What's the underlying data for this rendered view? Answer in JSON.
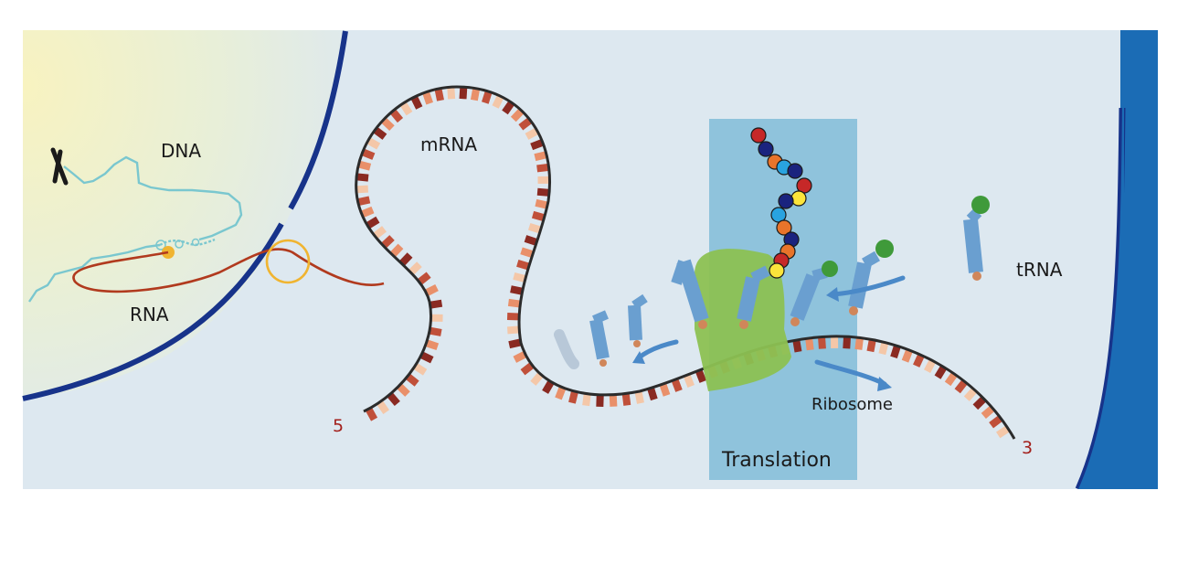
{
  "labels": {
    "dna": "DNA",
    "rna": "RNA",
    "mrna": "mRNA",
    "trna": "tRNA",
    "ribosome": "Ribosome",
    "translation": "Translation",
    "five_prime": "5",
    "three_prime": "3"
  },
  "colors": {
    "background": "#dde8f0",
    "nucleus_glow": "#f7f2c2",
    "membrane": "#17338a",
    "cell_wall": "#1b6cb5",
    "translation_box": "#8fc3dc",
    "ribosome": "#8cc152",
    "trna": "#6a9fd0",
    "mrna_backbone": "#2b2b2b",
    "dna_strand": "#7ac7cf",
    "rna_strand": "#b13a1e",
    "amino_acids": [
      "#c62828",
      "#1a237e",
      "#29a3e0",
      "#e8742a",
      "#fbe43b"
    ]
  },
  "peptide_chain": [
    "red",
    "navy",
    "orange",
    "blue",
    "navy",
    "red",
    "yellow",
    "navy",
    "blue",
    "orange",
    "navy",
    "orange",
    "red",
    "yellow"
  ]
}
